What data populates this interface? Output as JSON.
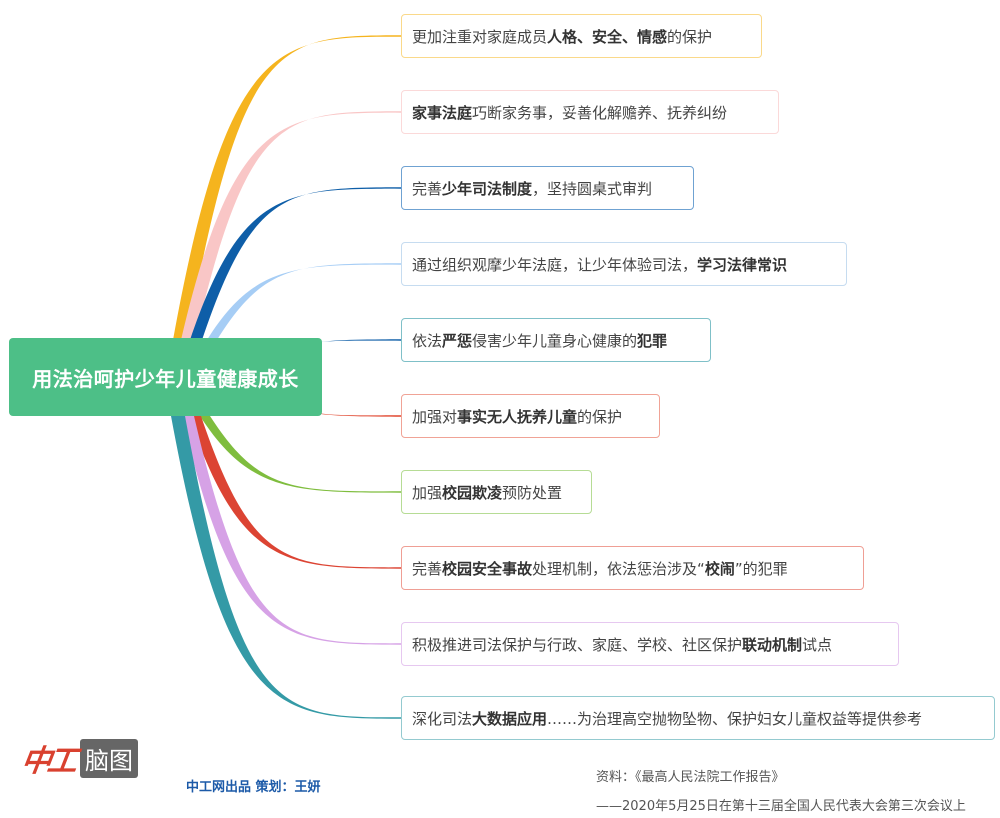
{
  "root": {
    "title": "用法治呵护少年儿童健康成长",
    "color": "#4dbf87"
  },
  "nodes": [
    {
      "color": "#f5b41e",
      "border": "#fad98a",
      "segments": [
        {
          "t": "更加注重对家庭成员",
          "b": false
        },
        {
          "t": "人格、安全、情感",
          "b": true
        },
        {
          "t": "的保护",
          "b": false
        }
      ]
    },
    {
      "color": "#f9c6c6",
      "border": "#fbd9d9",
      "segments": [
        {
          "t": "家事法庭",
          "b": true
        },
        {
          "t": "巧断家务事，妥善化解赡养、抚养纠纷",
          "b": false
        }
      ]
    },
    {
      "color": "#0e5ea8",
      "border": "#6fa2d2",
      "segments": [
        {
          "t": "完善",
          "b": false
        },
        {
          "t": "少年司法制度",
          "b": true
        },
        {
          "t": "，坚持圆桌式审判",
          "b": false
        }
      ]
    },
    {
      "color": "#a6cdf5",
      "border": "#c6dcf0",
      "segments": [
        {
          "t": "通过组织观摩少年法庭，让少年体验司法，",
          "b": false
        },
        {
          "t": "学习法律常识",
          "b": true
        }
      ]
    },
    {
      "color": "#0e5ea8",
      "border": "#7fc0c8",
      "segments": [
        {
          "t": "依法",
          "b": false
        },
        {
          "t": "严惩",
          "b": true
        },
        {
          "t": "侵害少年儿童身心健康的",
          "b": false
        },
        {
          "t": "犯罪",
          "b": true
        }
      ]
    },
    {
      "color": "#e0452d",
      "border": "#f0a396",
      "segments": [
        {
          "t": "加强对",
          "b": false
        },
        {
          "t": "事实无人抚养儿童",
          "b": true
        },
        {
          "t": "的保护",
          "b": false
        }
      ]
    },
    {
      "color": "#7fbd3e",
      "border": "#b6dc95",
      "segments": [
        {
          "t": "加强",
          "b": false
        },
        {
          "t": "校园欺凌",
          "b": true
        },
        {
          "t": "预防处置",
          "b": false
        }
      ]
    },
    {
      "color": "#dc4433",
      "border": "#ef9f95",
      "segments": [
        {
          "t": "完善",
          "b": false
        },
        {
          "t": "校园安全事故",
          "b": true
        },
        {
          "t": "处理机制，依法惩治涉及“",
          "b": false
        },
        {
          "t": "校闹",
          "b": true
        },
        {
          "t": "”的犯罪",
          "b": false
        }
      ]
    },
    {
      "color": "#d6a2e6",
      "border": "#e6c8f0",
      "segments": [
        {
          "t": "积极推进司法保护与行政、家庭、学校、社区保护",
          "b": false
        },
        {
          "t": "联动机制",
          "b": true
        },
        {
          "t": "试点",
          "b": false
        }
      ]
    },
    {
      "color": "#349aa6",
      "border": "#94cad0",
      "segments": [
        {
          "t": "深化司法",
          "b": false
        },
        {
          "t": "大数据应用",
          "b": true
        },
        {
          "t": "……为治理高空抛物坠物、保护妇女儿童权益等提供参考",
          "b": false
        }
      ]
    }
  ],
  "footer": {
    "logo_text": "中工",
    "logo_badge": "脑图",
    "credit": "中工网出品  策划：王妍",
    "source": "资料：《最高人民法院工作报告》",
    "source_detail": "——2020年5月25日在第十三届全国人民代表大会第三次会议上"
  }
}
